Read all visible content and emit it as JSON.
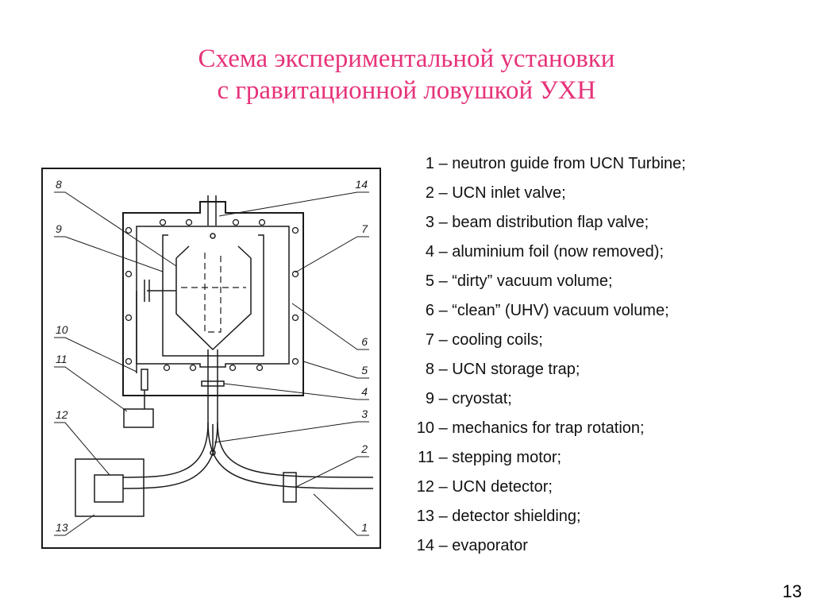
{
  "title": {
    "line1": "Схема экспериментальной установки",
    "line2": "с гравитационной ловушкой УХН"
  },
  "diagram": {
    "labels": [
      "8",
      "14",
      "9",
      "7",
      "10",
      "6",
      "11",
      "5",
      "4",
      "12",
      "3",
      "2",
      "13",
      "1"
    ]
  },
  "legend": [
    {
      "num": "1",
      "text": "– neutron guide from UCN Turbine;"
    },
    {
      "num": "2",
      "text": "– UCN inlet valve;"
    },
    {
      "num": "3",
      "text": "– beam distribution flap valve;"
    },
    {
      "num": "4",
      "text": "– aluminium foil (now removed);"
    },
    {
      "num": "5",
      "text": "– “dirty” vacuum volume;"
    },
    {
      "num": "6",
      "text": "– “clean” (UHV) vacuum volume;"
    },
    {
      "num": "7",
      "text": "– cooling coils;"
    },
    {
      "num": "8",
      "text": "– UCN storage trap;"
    },
    {
      "num": "9",
      "text": "– cryostat;"
    },
    {
      "num": "10",
      "text": "– mechanics for trap rotation;"
    },
    {
      "num": "11",
      "text": "– stepping motor;"
    },
    {
      "num": "12",
      "text": "– UCN detector;"
    },
    {
      "num": "13",
      "text": "– detector shielding;"
    },
    {
      "num": "14",
      "text": "– evaporator"
    }
  ],
  "page_number": "13"
}
